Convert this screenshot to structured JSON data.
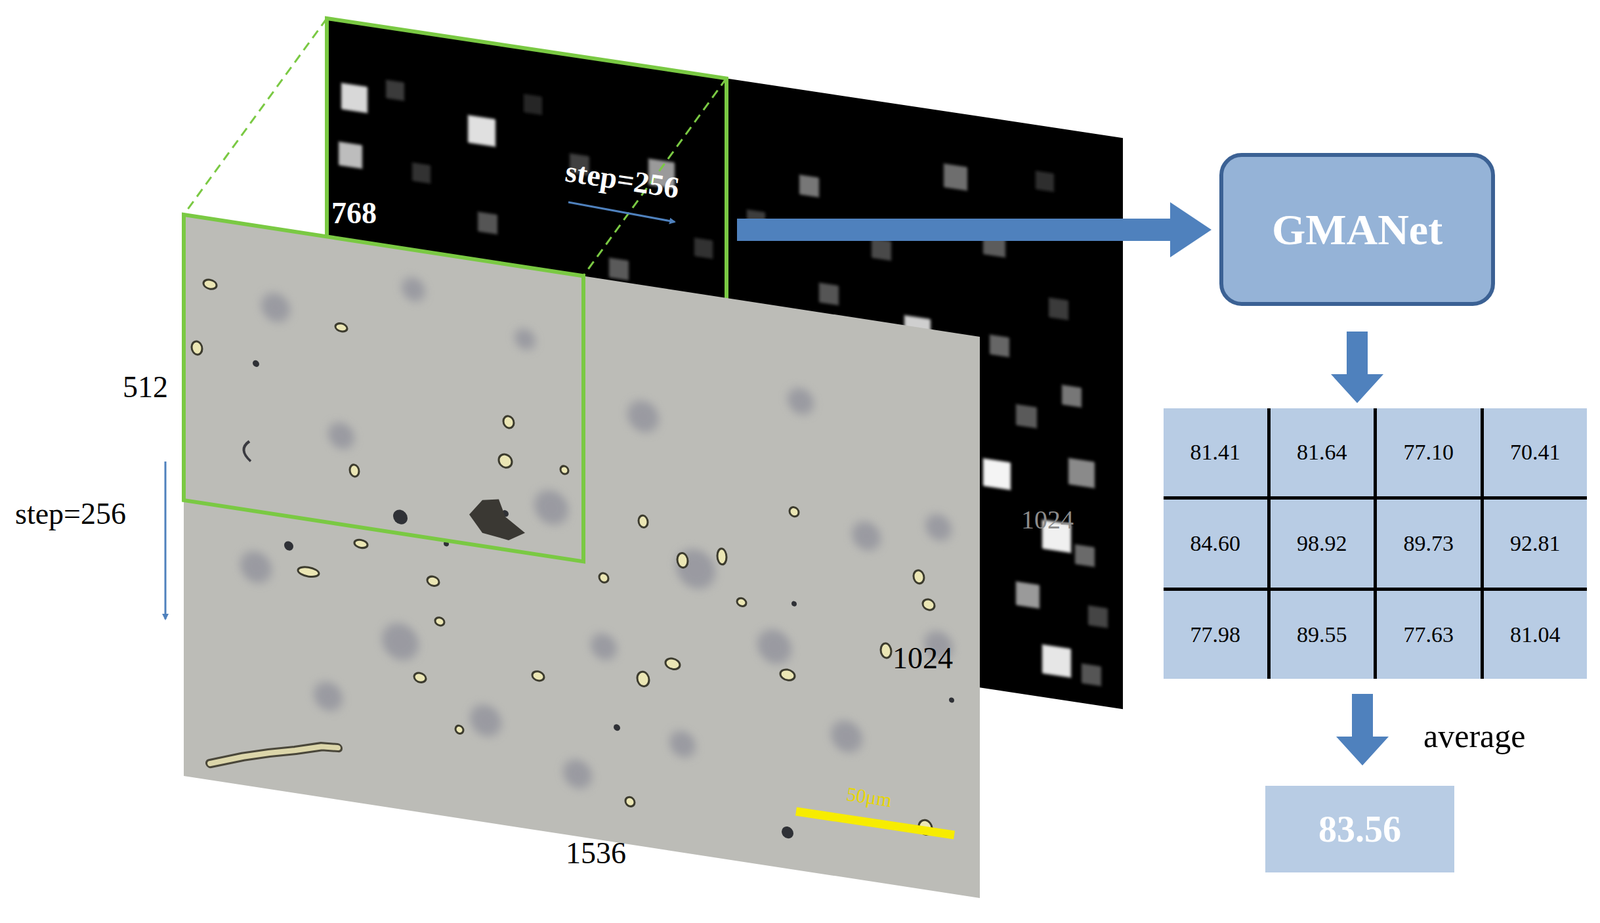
{
  "diagram": {
    "nodes": [
      {
        "text": [
          "GMANet"
        ]
      },
      {
        "text": [
          "83.56"
        ]
      }
    ],
    "labels": [
      "step=256",
      "768",
      "512",
      "step=256",
      "1024",
      "1024",
      "1536",
      "50μm",
      "81.41",
      "81.64",
      "77.10",
      "70.41",
      "84.60",
      "98.92",
      "89.73",
      "92.81",
      "77.98",
      "89.55",
      "77.63",
      "81.04",
      "average"
    ]
  }
}
